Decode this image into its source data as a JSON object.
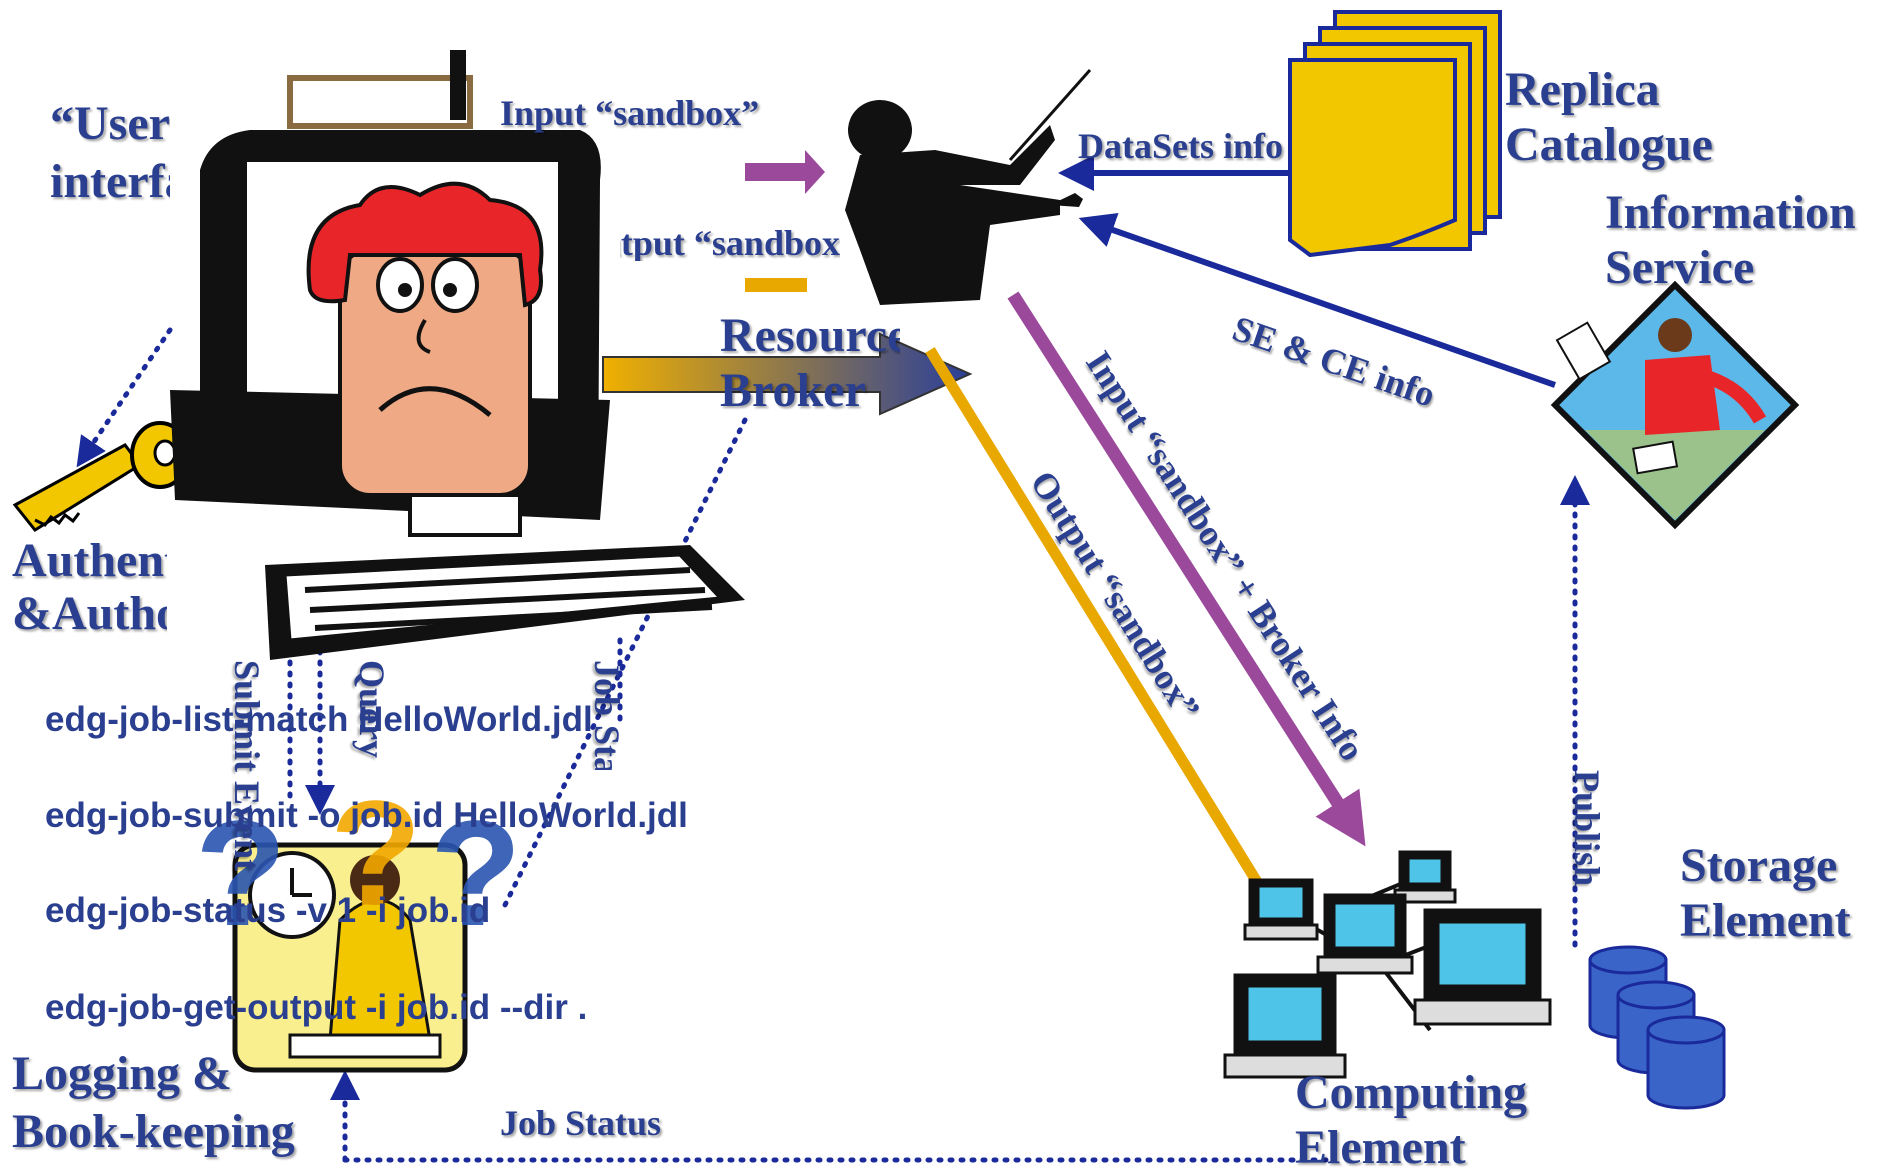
{
  "labels": {
    "user_interface": "“User interface”",
    "authentication": "Authentication &Authorization",
    "logging": "Logging & Book-keeping",
    "replica_catalogue": "Replica Catalogue",
    "information_service": "Information Service",
    "storage_element": "Storage Element",
    "computing_element": "Computing Element",
    "resource_broker": "Resource Broker"
  },
  "edges": {
    "input_sandbox": "Input “sandbox”",
    "output_sandbox_top": "Output “sandbox”",
    "datasets_info": "DataSets info",
    "se_ce_info": "SE & CE info",
    "input_sandbox_broker": "Input “sandbox” + Broker Info",
    "output_sandbox": "Output “sandbox”",
    "publish": "Publish",
    "job_status": "Job Status",
    "submit_event": "Submit Event",
    "query": "Query",
    "job_status_short": "Job Status"
  },
  "commands": [
    "edg-job-list-match HelloWorld.jdl",
    "edg-job-submit -o job.id HelloWorld.jdl",
    "edg-job-status -v 1 -i job.id",
    "edg-job-get-output -i job.id --dir ."
  ],
  "icons": [
    "key-icon",
    "computer-user-icon",
    "conductor-icon",
    "documents-icon",
    "office-worker-icon",
    "network-computers-icon",
    "database-icon",
    "clock-reader-icon"
  ],
  "colors": {
    "text": "#2a3f8f",
    "purple": "#9b4a9b",
    "orange": "#e8a800",
    "navy": "#1a2a9a",
    "yellow": "#f2c700"
  }
}
